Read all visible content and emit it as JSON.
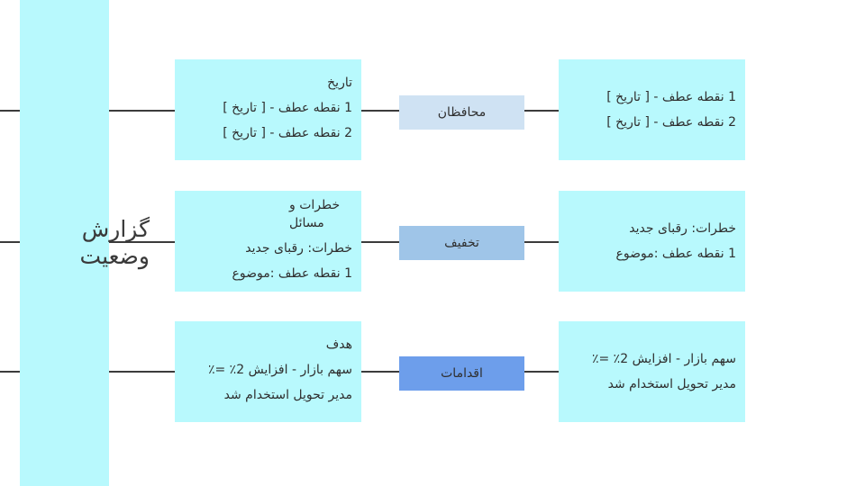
{
  "diagram": {
    "spine_title": "گزارش وضعیت",
    "colors": {
      "card": "#b8f9fd",
      "line": "#3b3b3b",
      "pill_1": "#cfe2f3",
      "pill_2": "#9fc5e8",
      "pill_3": "#6d9eeb"
    },
    "rows": [
      {
        "left": {
          "heading": "تاریخ",
          "lines": [
            "1 نقطه عطف - [ تاریخ ]",
            "2 نقطه عطف - [ تاریخ ]"
          ]
        },
        "pill": "محافظان",
        "right": {
          "lines": [
            "1 نقطه عطف - [ تاریخ ]",
            "2 نقطه عطف - [ تاریخ ]"
          ]
        }
      },
      {
        "left": {
          "heading": "خطرات و مسائل",
          "lines": [
            "خطرات: رقبای جدید",
            "1 نقطه عطف  :موضوع"
          ]
        },
        "pill": "تخفیف",
        "right": {
          "lines": [
            "خطرات: رقبای جدید",
            "1 نقطه عطف  :موضوع"
          ]
        }
      },
      {
        "left": {
          "heading": "هدف",
          "lines": [
            "سهم بازار - افزایش 2٪ =٪",
            "مدیر تحویل استخدام شد"
          ]
        },
        "pill": "اقدامات",
        "right": {
          "lines": [
            "سهم بازار - افزایش 2٪ =٪",
            "مدیر تحویل استخدام شد"
          ]
        }
      }
    ]
  }
}
